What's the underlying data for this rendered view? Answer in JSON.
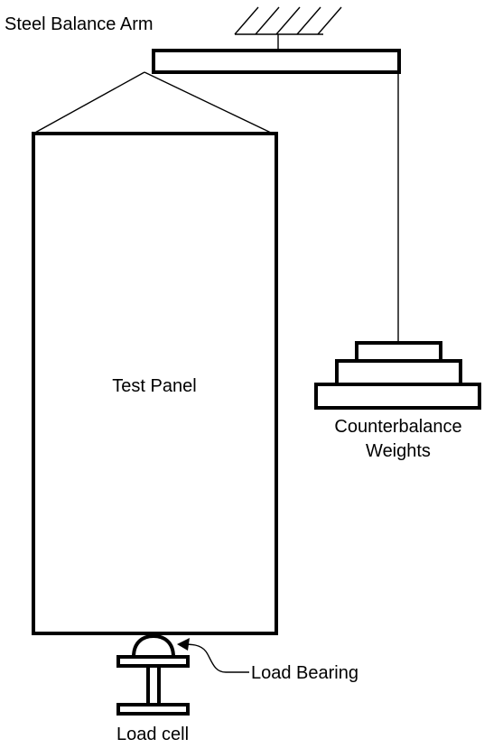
{
  "labels": {
    "balance_arm": "Steel Balance Arm",
    "test_panel": "Test Panel",
    "counterbalance_line1": "Counterbalance",
    "counterbalance_line2": "Weights",
    "load_bearing": "Load Bearing",
    "load_cell": "Load cell"
  },
  "colors": {
    "stroke": "#000000",
    "background": "#ffffff"
  }
}
